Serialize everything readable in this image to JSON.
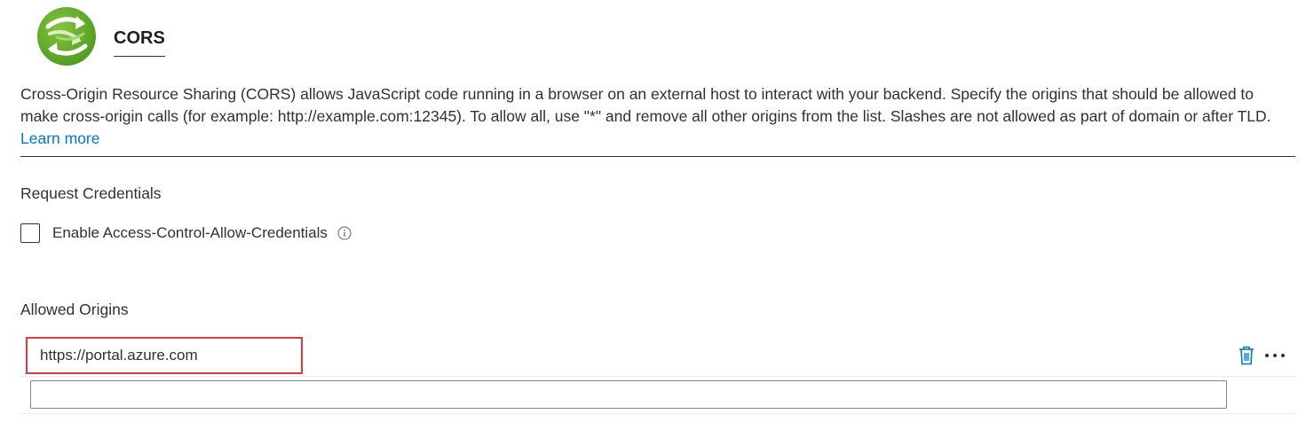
{
  "header": {
    "title": "CORS",
    "logo_icon": "cors-logo-icon"
  },
  "description": {
    "text": "Cross-Origin Resource Sharing (CORS) allows JavaScript code running in a browser on an external host to interact with your backend. Specify the origins that should be allowed to make cross-origin calls (for example: http://example.com:12345). To allow all, use \"*\" and remove all other origins from the list. Slashes are not allowed as part of domain or after TLD.",
    "link_label": "Learn more"
  },
  "request_credentials": {
    "label": "Request Credentials",
    "checkbox_label": "Enable Access-Control-Allow-Credentials",
    "checked": false,
    "info_icon": "info-icon"
  },
  "allowed_origins": {
    "label": "Allowed Origins",
    "items": [
      {
        "value": "https://portal.azure.com"
      }
    ],
    "new_origin_value": "",
    "new_origin_placeholder": ""
  },
  "colors": {
    "accent": "#0078d4",
    "highlight_border": "#e0393e",
    "logo_green": "#5ea423"
  }
}
